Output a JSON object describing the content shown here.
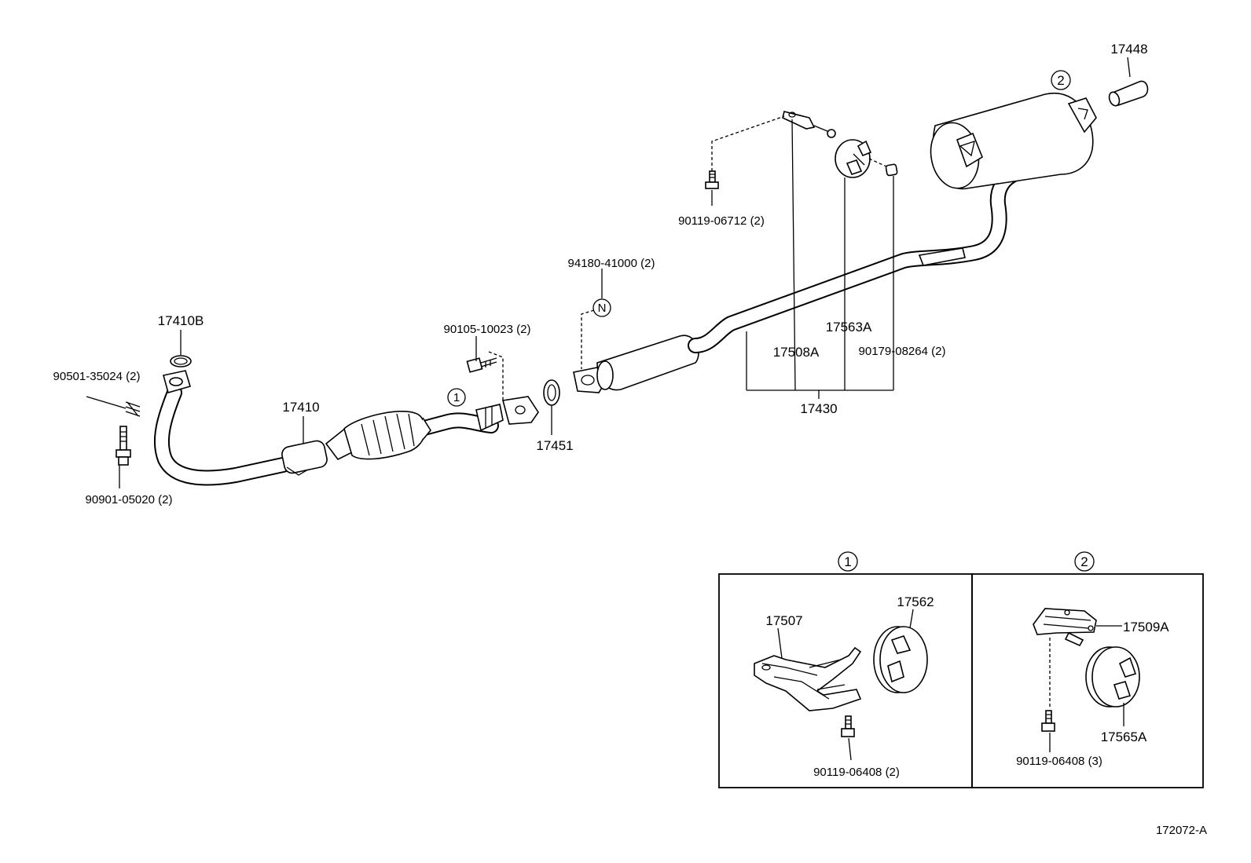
{
  "diagram_id": "172072-A",
  "callouts": {
    "ref1": "1",
    "ref2": "2",
    "n_mark": "N"
  },
  "parts": {
    "p17448": "17448",
    "p90119_06712": "90119-06712 (2)",
    "p94180_41000": "94180-41000 (2)",
    "p17563A": "17563A",
    "p17508A": "17508A",
    "p90179_08264": "90179-08264 (2)",
    "p17430": "17430",
    "p17410B": "17410B",
    "p90501_35024": "90501-35024 (2)",
    "p90105_10023": "90105-10023 (2)",
    "p17410": "17410",
    "p17451": "17451",
    "p90901_05020": "90901-05020 (2)"
  },
  "detail1": {
    "label": "1",
    "p17507": "17507",
    "p17562": "17562",
    "p90119_06408": "90119-06408 (2)"
  },
  "detail2": {
    "label": "2",
    "p17509A": "17509A",
    "p17565A": "17565A",
    "p90119_06408": "90119-06408 (3)"
  }
}
